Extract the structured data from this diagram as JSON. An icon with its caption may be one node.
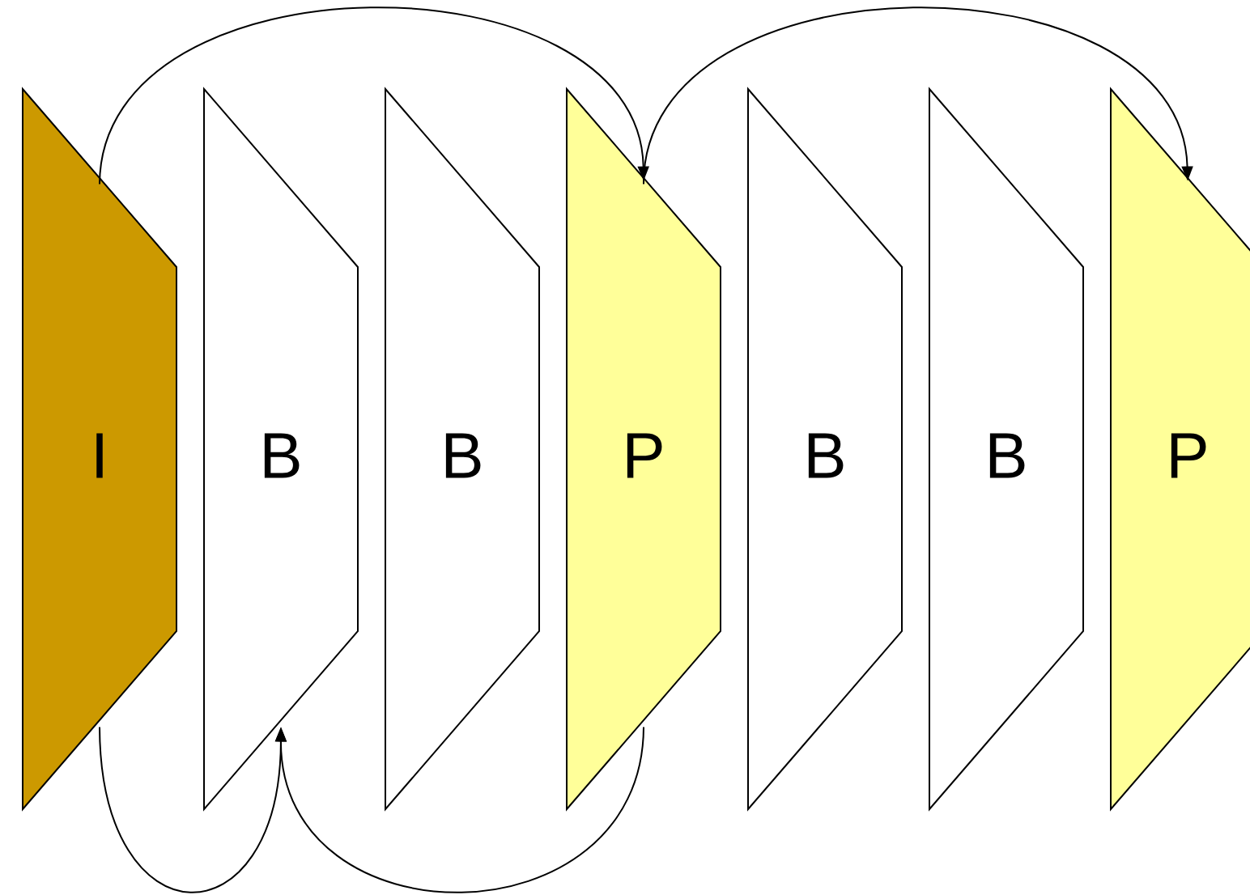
{
  "diagram": {
    "nodes": [
      {
        "text": [
          "I"
        ]
      },
      {
        "text": [
          "B"
        ]
      },
      {
        "text": [
          "B"
        ]
      },
      {
        "text": [
          "P"
        ]
      },
      {
        "text": [
          "B"
        ]
      },
      {
        "text": [
          "B"
        ]
      },
      {
        "text": [
          "P"
        ]
      }
    ],
    "edges": [
      {
        "from": 0,
        "to": 3,
        "arrow": "to"
      },
      {
        "from": 3,
        "to": 6,
        "arrow": "to"
      },
      {
        "from": 0,
        "to": 1,
        "arrow": "to"
      },
      {
        "from": 3,
        "to": 1,
        "arrow": "to"
      }
    ]
  }
}
